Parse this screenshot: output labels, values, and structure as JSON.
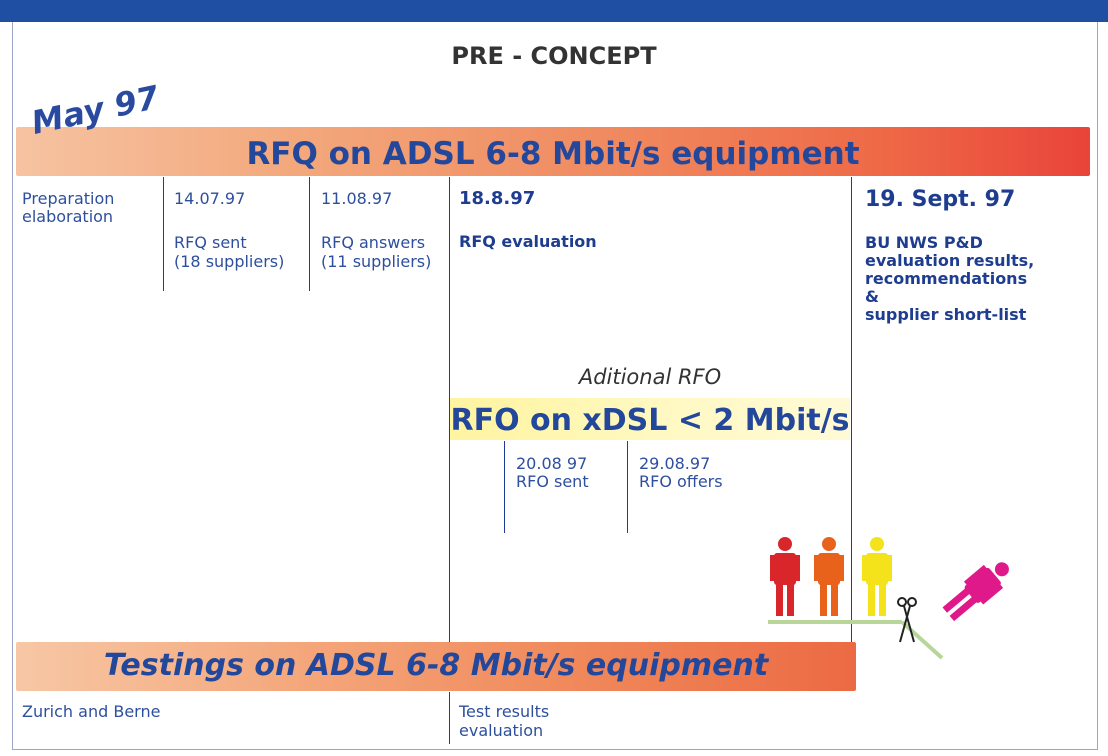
{
  "title": "PRE - CONCEPT",
  "may_label": "May 97",
  "rfq_band": "RFQ on ADSL 6-8 Mbit/s equipment",
  "columns": {
    "c1": {
      "line1": "Preparation",
      "line2": "elaboration"
    },
    "c2": {
      "date": "14.07.97",
      "line1": "RFQ sent",
      "line2": "(18 suppliers)"
    },
    "c3": {
      "date": "11.08.97",
      "line1": "RFQ answers",
      "line2": "(11 suppliers)"
    },
    "c4": {
      "date": "18.8.97",
      "line1": "RFQ evaluation"
    },
    "c5": {
      "date": "19. Sept. 97",
      "line1": "BU NWS P&D",
      "line2": "evaluation results,",
      "line3": "recommendations",
      "line4": "&",
      "line5": "supplier short-list"
    }
  },
  "additional_rfo": "Aditional RFO",
  "rfo_band": "RFO on xDSL < 2 Mbit/s",
  "rfo_items": {
    "a": {
      "date": "20.08 97",
      "label": "RFO sent"
    },
    "b": {
      "date": "29.08.97",
      "label": "RFO offers"
    }
  },
  "testing_band": "Testings on ADSL 6-8 Mbit/s equipment",
  "bottom": {
    "left": "Zurich and Berne",
    "right1": "Test results",
    "right2": "evaluation"
  },
  "people_colors": [
    "#d9262b",
    "#e8621c",
    "#f4e21b",
    "#e0198a"
  ]
}
